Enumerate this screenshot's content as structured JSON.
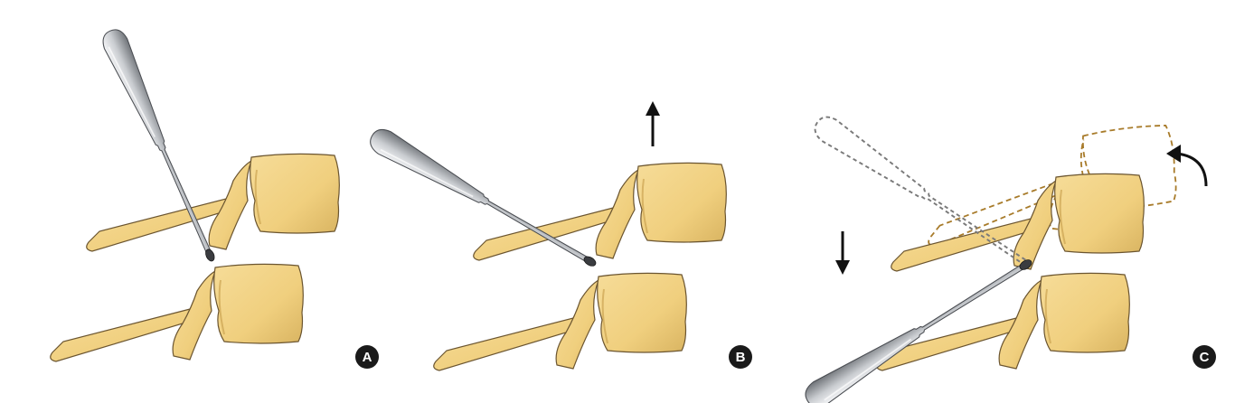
{
  "panels": [
    {
      "label": "A"
    },
    {
      "label": "B"
    },
    {
      "label": "C"
    }
  ],
  "colors": {
    "bone_fill": "#f0cf7e",
    "bone_stroke": "#6b5530",
    "instrument_fill": "#c9ccd0",
    "instrument_dark": "#4a4d52",
    "ghost_instrument": "#7a7a7a",
    "ghost_vertebra": "#a87b2a",
    "arrow": "#111111",
    "label_bg": "#1a1a1a",
    "label_text": "#ffffff"
  },
  "icons": {
    "up_arrow": "arrow-up-icon",
    "down_arrow": "arrow-down-icon",
    "rotation_arrow": "curved-arrow-icon"
  }
}
